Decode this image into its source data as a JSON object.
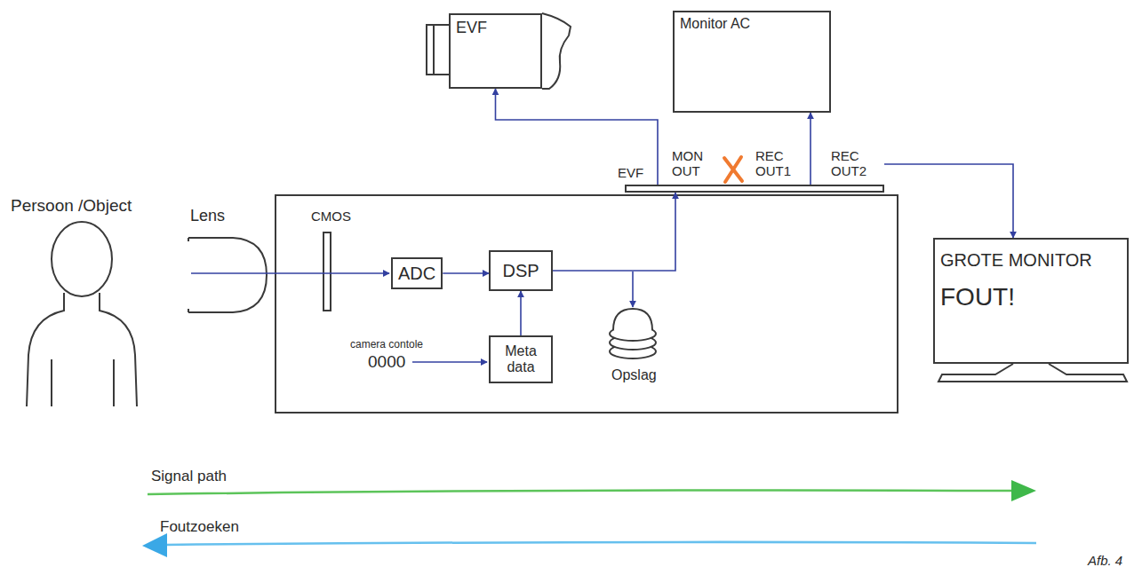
{
  "diagram": {
    "nodes": [
      {
        "text": [
          "EVF"
        ]
      },
      {
        "text": [
          "Monitor AC"
        ]
      },
      {
        "text": [
          "EVF",
          "MON OUT",
          "REC OUT1",
          "REC OUT2"
        ]
      },
      {
        "text": [
          "ADC"
        ]
      },
      {
        "text": [
          "DSP"
        ]
      },
      {
        "text": [
          "Meta data"
        ]
      },
      {
        "text": [
          "GROTE MONITOR",
          "FOUT!"
        ]
      }
    ],
    "edges": [
      {
        "from": 3,
        "to": 4,
        "arrow": "to"
      },
      {
        "from": 5,
        "to": 4,
        "arrow": "to"
      },
      {
        "from": 4,
        "to": 2,
        "arrow": "to"
      },
      {
        "from": 2,
        "to": 0,
        "arrow": "to"
      },
      {
        "from": 2,
        "to": 1,
        "arrow": "to"
      },
      {
        "from": 2,
        "to": 6,
        "arrow": "to"
      }
    ],
    "labels": [
      "Persoon /Object",
      "Lens",
      "CMOS",
      "camera contole",
      "0000",
      "Opslag",
      "Signal path",
      "Foutzoeken",
      "Afb. 4"
    ]
  }
}
